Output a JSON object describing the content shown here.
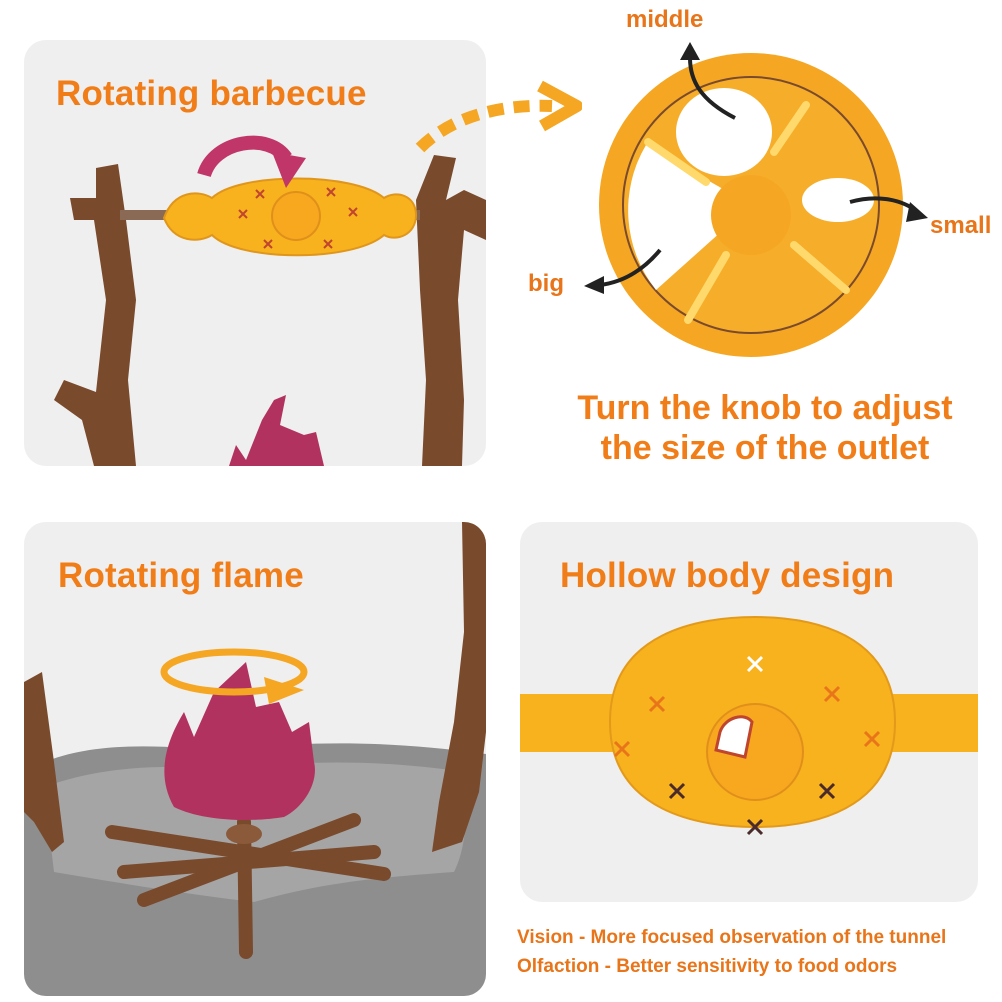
{
  "panels": {
    "top_left": {
      "title": "Rotating barbecue"
    },
    "bottom_left": {
      "title": "Rotating flame"
    },
    "bottom_right": {
      "title": "Hollow body design"
    }
  },
  "knob": {
    "labels": {
      "middle": "middle",
      "small": "small",
      "big": "big"
    },
    "caption_line1": "Turn the knob to adjust",
    "caption_line2": "the size of the outlet"
  },
  "notes": {
    "vision": "Vision - More focused observation of the tunnel",
    "olfaction": "Olfaction - Better sensitivity to food odors"
  },
  "colors": {
    "title_orange": "#f07d18",
    "toy_yellow": "#f8b21e",
    "knob_orange": "#f5a623",
    "branch_brown": "#7a4a2c",
    "flame_magenta": "#b2325f",
    "tray_gray": "#8e8e8e"
  }
}
